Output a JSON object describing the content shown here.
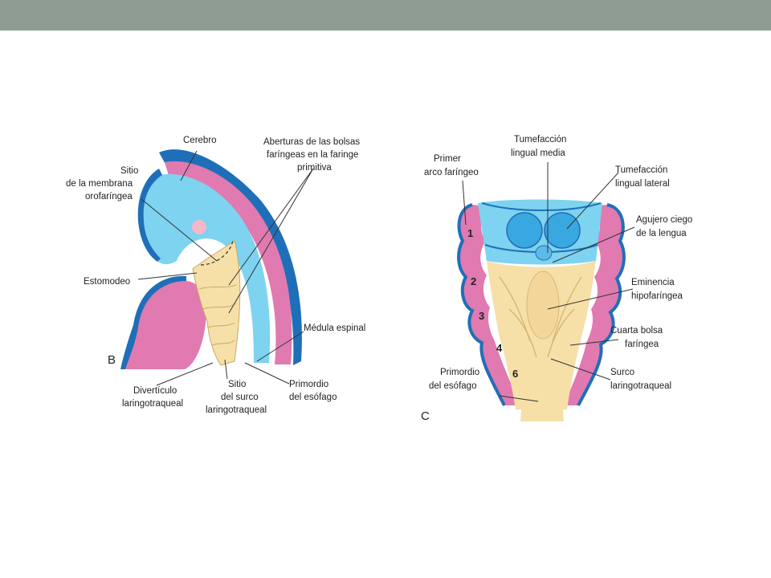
{
  "figure_b": {
    "panel_letter": "B",
    "labels": {
      "cerebro": "Cerebro",
      "sitio_membrana_1": "Sitio",
      "sitio_membrana_2": "de la membrana",
      "sitio_membrana_3": "orofaríngea",
      "aberturas_1": "Aberturas de las bolsas",
      "aberturas_2": "faríngeas en la faringe",
      "aberturas_3": "primitiva",
      "estomodeo": "Estomodeo",
      "medula": "Médula espinal",
      "diverticulo_1": "Divertículo",
      "diverticulo_2": "laringotraqueal",
      "sitio_surco_1": "Sitio",
      "sitio_surco_2": "del surco",
      "sitio_surco_3": "laringotraqueal",
      "primordio_1": "Primordio",
      "primordio_2": "del esófago"
    }
  },
  "figure_c": {
    "panel_letter": "C",
    "arch_numbers": [
      "1",
      "2",
      "3",
      "4",
      "6"
    ],
    "labels": {
      "primer_arco_1": "Primer",
      "primer_arco_2": "arco faríngeo",
      "tumefaccion_media_1": "Tumefacción",
      "tumefaccion_media_2": "lingual media",
      "tumefaccion_lateral_1": "Tumefacción",
      "tumefaccion_lateral_2": "lingual lateral",
      "agujero_1": "Agujero ciego",
      "agujero_2": "de la lengua",
      "eminencia_1": "Eminencia",
      "eminencia_2": "hipofaríngea",
      "cuarta_bolsa_1": "Cuarta bolsa",
      "cuarta_bolsa_2": "faríngea",
      "primordio_1": "Primordio",
      "primordio_2": "del esófago",
      "surco_1": "Surco",
      "surco_2": "laringotraqueal"
    }
  },
  "colors": {
    "header_bar": "#8f9c93",
    "tissue_pink": "#e07ab0",
    "tissue_blue": "#7dd3f0",
    "outline_blue": "#1f6fb8",
    "tissue_cream": "#f6e0a8"
  }
}
